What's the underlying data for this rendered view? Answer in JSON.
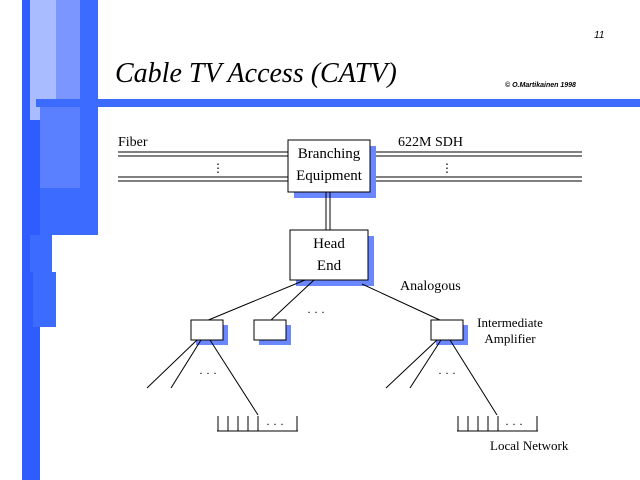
{
  "slide": {
    "page_number": "11",
    "title": "Cable TV Access (CATV)",
    "copyright": "© O.Martikainen  1998"
  },
  "diagram": {
    "fiber_label": "Fiber",
    "sdh_label": "622M SDH",
    "branching_label_line1": "Branching",
    "branching_label_line2": "Equipment",
    "headend_label_line1": "Head",
    "headend_label_line2": "End",
    "analogous_label": "Analogous",
    "amplifier_label_line1": "Intermediate",
    "amplifier_label_line2": "Amplifier",
    "local_network_label": "Local Network",
    "ellipsis": "· · ·",
    "vertical_ellipsis": "⋮"
  },
  "colors": {
    "accent_blue": "#3366ff",
    "light_blue": "#8fa8ff",
    "shadow_blue": "#6b87ff"
  }
}
